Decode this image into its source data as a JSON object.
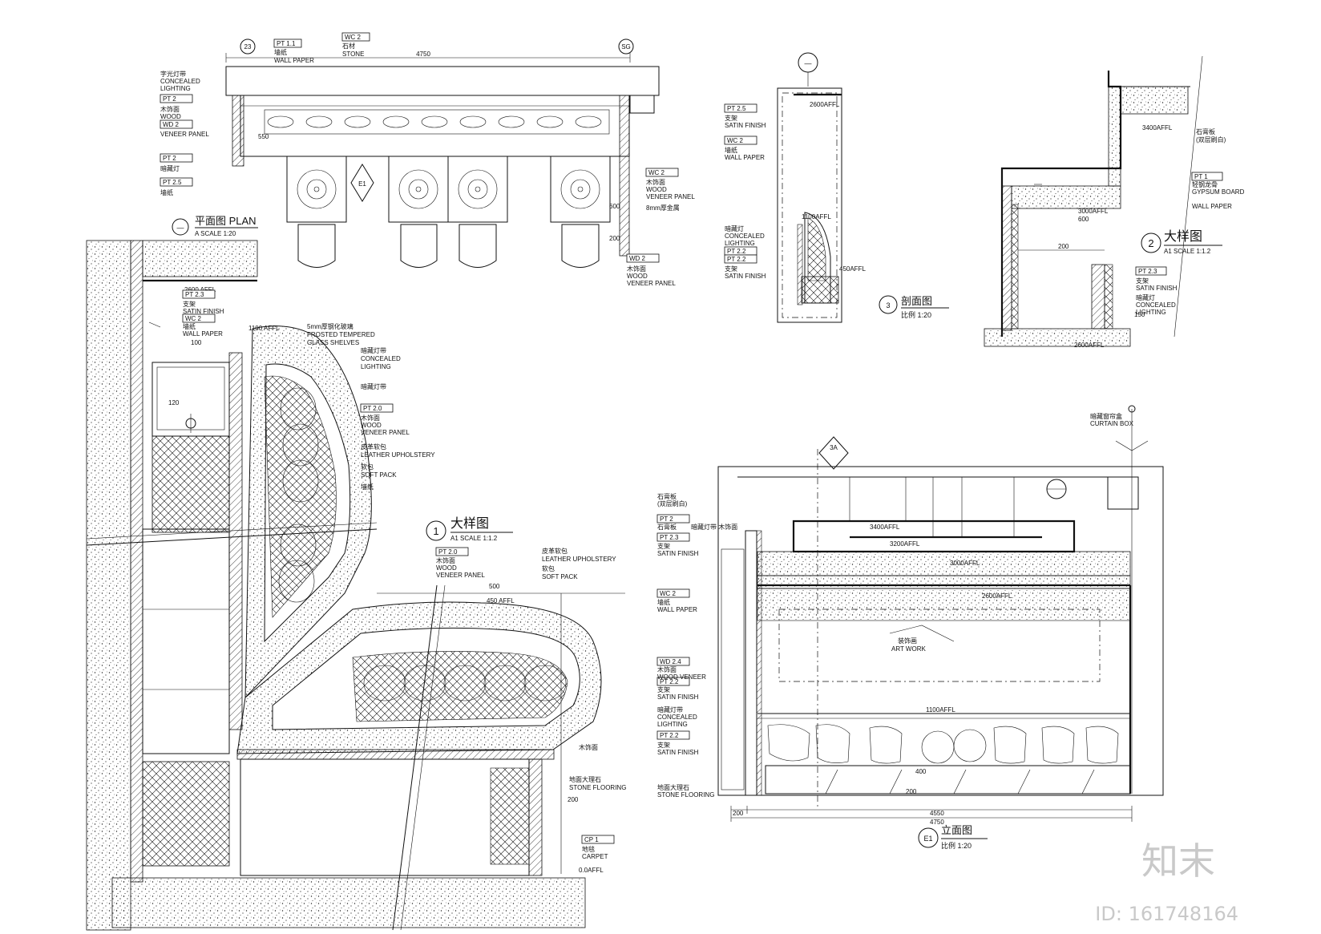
{
  "drawing": {
    "plan_top": {
      "title": "平面图 PLAN",
      "scale": "A SCALE 1:20",
      "circle": "—",
      "dim_total": "4750",
      "dim_depth": "550",
      "dim_side_a": "600",
      "dim_side_b": "200",
      "grid_left": "23",
      "grid_right": "SG",
      "section_mark": "E1",
      "tags": [
        "PT 1.1",
        "WC 2",
        "PT 2",
        "WD 2",
        "PT 2",
        "PT 2.5",
        "WC 2",
        "WD 2"
      ],
      "notes_left": [
        "字光灯带",
        "CONCEALED",
        "LIGHTING",
        "木饰面",
        "WOOD",
        "VENEER PANEL",
        "暗藏灯",
        "墙纸"
      ],
      "notes_right": [
        "木饰面",
        "WOOD",
        "VENEER PANEL",
        "8mm厚金属",
        "木饰面",
        "WOOD",
        "VENEER PANEL"
      ],
      "note_top": [
        "墙纸",
        "WALL PAPER"
      ],
      "note_mid": [
        "石材",
        "STONE"
      ]
    },
    "section_3": {
      "title": "剖面图",
      "scale": "比例 1:20",
      "circle": "3",
      "top_mark": "—",
      "level_1": "2600AFFL",
      "level_2": "1100AFFL",
      "level_3": "450AFFL",
      "tags": [
        "PT 2.5",
        "WC 2",
        "PT 2.2",
        "PT 2.2"
      ],
      "notes": [
        "支架",
        "SATIN FINISH",
        "墙纸",
        "WALL PAPER",
        "暗藏灯",
        "CONCEALED",
        "LIGHTING",
        "支架",
        "SATIN FINISH"
      ]
    },
    "detail_2": {
      "title": "大样图",
      "scale": "A1 SCALE 1:1.2",
      "circle": "2",
      "level_1": "3400AFFL",
      "level_2": "3000AFFL",
      "level_3": "2600AFFL",
      "dim_1": "600",
      "dim_2": "200",
      "dim_3": "150",
      "tags": [
        "PT 1",
        "PT 2.3"
      ],
      "notes": [
        "石膏板",
        "(双层刷白)",
        "轻钢龙骨",
        "GYPSUM BOARD",
        "WALL PAPER",
        "支架",
        "SATIN FINISH",
        "暗藏灯",
        "CONCEALED",
        "LIGHTING"
      ]
    },
    "detail_1": {
      "title": "大样图",
      "scale": "A1 SCALE 1:1.2",
      "circle": "1",
      "level_1": "2600 AFFL",
      "level_2": "1100 AFFL",
      "level_3": "450 AFFL",
      "level_4": "0.0AFFL",
      "dim_1": "500",
      "dim_2": "120",
      "dim_3": "200",
      "dim_4": "100",
      "tags_left": [
        "PT 2.3",
        "WC 2",
        "PT 2.0"
      ],
      "tags_mid": [
        "PT 2.0",
        "CP 1"
      ],
      "notes_left": [
        "支架",
        "SATIN FINISH",
        "墙纸",
        "WALL PAPER",
        "5mm厚钢化玻璃",
        "FROSTED TEMPERED",
        "GLASS SHELVES",
        "暗藏灯带",
        "CONCEALED",
        "LIGHTING",
        "暗藏灯带",
        "木饰面",
        "WOOD",
        "VENEER PANEL",
        "皮革软包",
        "LEATHER UPHOLSTERY",
        "软包",
        "SOFT PACK",
        "墙纸"
      ],
      "notes_mid": [
        "木饰面",
        "WOOD",
        "VENEER PANEL",
        "皮革软包",
        "LEATHER UPHOLSTERY",
        "软包",
        "SOFT PACK"
      ],
      "notes_bottom": [
        "木饰面",
        "地面大理石",
        "STONE FLOORING",
        "地毯",
        "CARPET"
      ]
    },
    "elevation": {
      "title": "立面图",
      "scale": "比例 1:20",
      "circle": "E1",
      "section_mark": "3A",
      "top_note": [
        "暗藏窗帘盒",
        "CURTAIN BOX"
      ],
      "level_1": "3400AFFL",
      "level_2": "3200AFFL",
      "level_3": "3000AFFL",
      "level_4": "2600AFFL",
      "level_5": "1100AFFL",
      "dim_total": "4750",
      "dim_inner": "4550",
      "dim_left": "200",
      "dim_h1": "400",
      "dim_h2": "200",
      "art": [
        "装饰画",
        "ART WORK"
      ],
      "tags": [
        "PT 2",
        "PT 2.3",
        "WC 2",
        "WD 2.4",
        "PT 2.2",
        "PT 2.2"
      ],
      "notes": [
        "石膏板",
        "(双层刷白)",
        "石膏板",
        "暗藏灯带 木饰面",
        "支架",
        "SATIN FINISH",
        "墙纸",
        "WALL PAPER",
        "木饰面",
        "WOOD VENEER",
        "支架",
        "SATIN FINISH",
        "暗藏灯带",
        "CONCEALED",
        "LIGHTING",
        "支架",
        "SATIN FINISH",
        "地面大理石",
        "STONE FLOORING"
      ]
    }
  },
  "watermark": {
    "logo": "知末",
    "id": "ID: 161748164"
  }
}
